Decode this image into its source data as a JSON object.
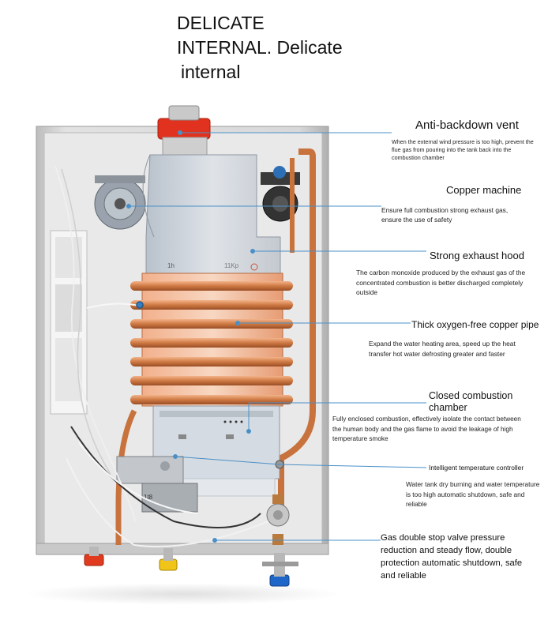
{
  "title_lines": [
    "DELICATE",
    "INTERNAL. Delicate",
    "internal"
  ],
  "callouts": [
    {
      "id": "vent",
      "head": "Anti-backdown vent",
      "desc": "When the external wind pressure is too high, prevent the flue gas from pouring into the tank back into the combustion chamber"
    },
    {
      "id": "copper",
      "head": "Copper machine",
      "desc": "Ensure full combustion strong exhaust gas, ensure the use of safety"
    },
    {
      "id": "hood",
      "head": "Strong exhaust hood",
      "desc": "The carbon monoxide produced by the exhaust gas of the concentrated combustion is better discharged completely outside"
    },
    {
      "id": "pipe",
      "head": "Thick oxygen-free copper pipe",
      "desc": "Expand the water heating area, speed up the heat transfer hot water defrosting greater and faster"
    },
    {
      "id": "chamber",
      "head": "Closed combustion chamber",
      "desc": "Fully enclosed combustion, effectively isolate the contact between the human body and the gas flame to avoid the leakage of high temperature smoke"
    },
    {
      "id": "temp",
      "head": "Intelligent temperature controller",
      "desc": "Water tank dry burning and water temperature is too high automatic shutdown, safe and reliable"
    },
    {
      "id": "valve",
      "head": "",
      "desc": "Gas double stop valve pressure reduction and steady flow, double protection automatic shutdown, safe and reliable"
    }
  ],
  "device_labels": {
    "hood_mark": "1h",
    "hood_model": "11Kp",
    "valve_mark": "1t8"
  },
  "colors": {
    "leader": "#4a90c8",
    "copper": "#c8723d",
    "case": "#d9d9d9",
    "vent_red": "#e0321e"
  }
}
